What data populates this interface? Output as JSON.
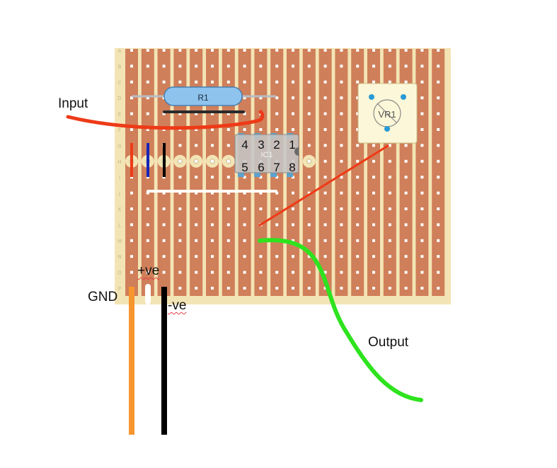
{
  "labels": {
    "input": "Input",
    "gnd": "GND",
    "pos": "+ve",
    "neg": "-ve",
    "output": "Output"
  },
  "components": {
    "r1": "R1",
    "ic1": "IC1",
    "vr1": "VR1"
  },
  "ic_pins_top": [
    "4",
    "3",
    "2",
    "1"
  ],
  "ic_pins_bottom": [
    "5",
    "6",
    "7",
    "8"
  ],
  "row_letters": [
    "A",
    "B",
    "C",
    "D",
    "E",
    "F",
    "G",
    "H",
    "I",
    "J",
    "K",
    "L",
    "M",
    "N",
    "O",
    "P"
  ],
  "colors": {
    "board": "#f3e4b5",
    "strip": "#cf7f5a",
    "hole": "#ffffff",
    "resistor": "#8ec3ee",
    "input_wire": "#ee3a17",
    "output_wire": "#2ee31e",
    "gnd_wire": "#f7952e",
    "neg_wire": "#000000",
    "link_blue": "#1725b8"
  }
}
